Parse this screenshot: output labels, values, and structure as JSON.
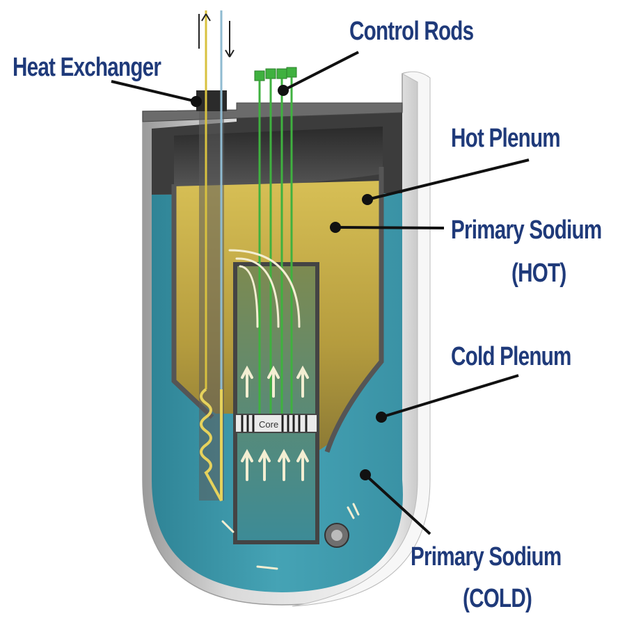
{
  "labels": {
    "control_rods": "Control Rods",
    "heat_exchanger": "Heat Exchanger",
    "hot_plenum": "Hot Plenum",
    "primary_sodium_hot_line1": "Primary Sodium",
    "primary_sodium_hot_line2": "(HOT)",
    "cold_plenum": "Cold Plenum",
    "primary_sodium_cold_line1": "Primary Sodium",
    "primary_sodium_cold_line2": "(COLD)",
    "core": "Core"
  },
  "colors": {
    "label_text": "#1f3a7a",
    "leader": "#111111",
    "hot_sodium": "#c9b24a",
    "cold_sodium": "#3f9db0",
    "vessel_outer": "#e9e9e9",
    "vessel_shadow": "#bdbdbd",
    "internal_metal": "#4a4a4a",
    "control_rod": "#3fb13f",
    "flow_arrow": "#f3eed2"
  }
}
